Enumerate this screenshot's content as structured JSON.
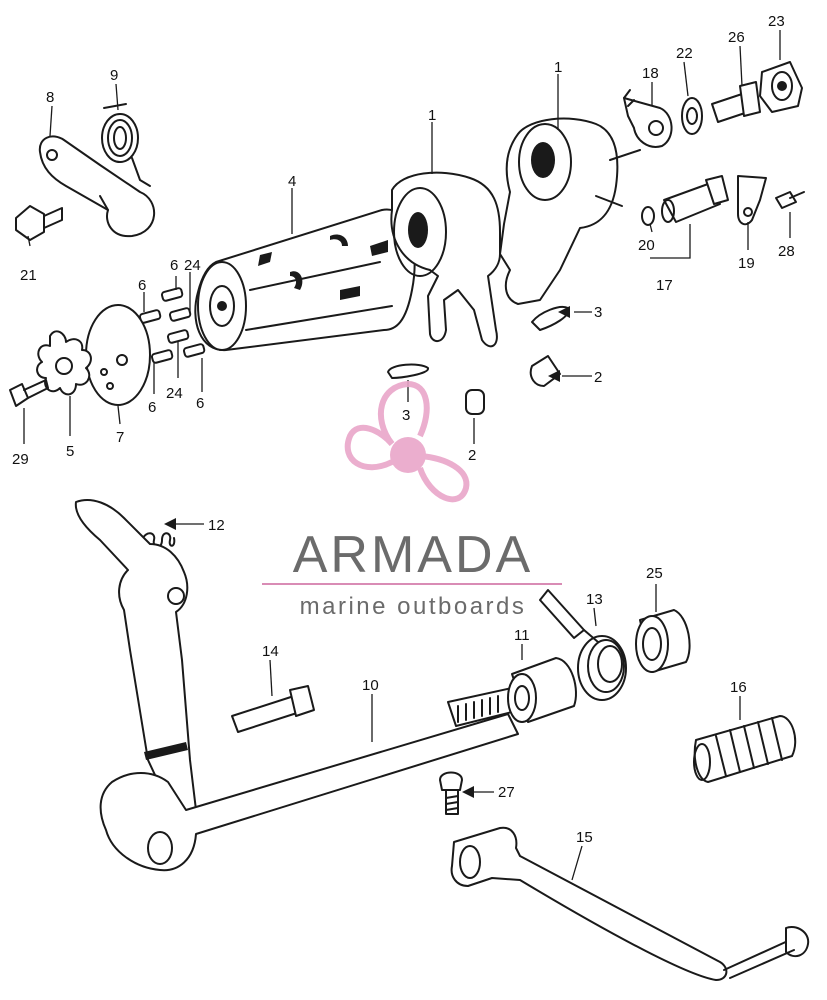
{
  "callouts": {
    "c1a": "1",
    "c1b": "1",
    "c2a": "2",
    "c2b": "2",
    "c3a": "3",
    "c3b": "3",
    "c4": "4",
    "c5": "5",
    "c6a": "6",
    "c6b": "6",
    "c6c": "6",
    "c6d": "6",
    "c7": "7",
    "c8": "8",
    "c9": "9",
    "c10": "10",
    "c11": "11",
    "c12": "12",
    "c13": "13",
    "c14": "14",
    "c15": "15",
    "c16": "16",
    "c17": "17",
    "c18": "18",
    "c19": "19",
    "c20": "20",
    "c21": "21",
    "c22": "22",
    "c23": "23",
    "c24a": "24",
    "c24b": "24",
    "c25": "25",
    "c26": "26",
    "c27": "27",
    "c28": "28",
    "c29": "29"
  },
  "watermark": {
    "title": "ARMADA",
    "subtitle": "marine outboards",
    "colors": {
      "text": "#6b6b6b",
      "accent": "#e9a6c9",
      "rule": "#d98cb5"
    }
  }
}
